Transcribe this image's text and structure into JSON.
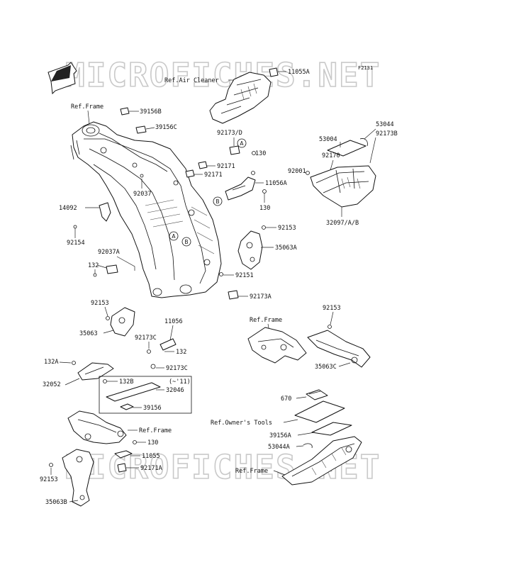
{
  "watermark": "MICROFICHES.NET",
  "figure_id": "F2131",
  "front_marker": "FRONT",
  "circle_markers": {
    "a": "A",
    "b": "B"
  },
  "labels": {
    "l11055A": "11055A",
    "refAirCleaner": "Ref.Air Cleaner",
    "refFrame1": "Ref.Frame",
    "l39156B": "39156B",
    "l39156C": "39156C",
    "l92173D": "92173/D",
    "l53044": "53044",
    "l53004": "53004",
    "l92173B": "92173B",
    "l130a": "130",
    "l92170": "92170",
    "l92171a": "92171",
    "l92171b": "92171",
    "l92001": "92001",
    "l11056A": "11056A",
    "l92037": "92037",
    "l14092": "14092",
    "l130b": "130",
    "l32097": "32097/A/B",
    "l92154": "92154",
    "l92153a": "92153",
    "l35063A": "35063A",
    "l92037A": "92037A",
    "l132": "132",
    "l92151": "92151",
    "l92173A": "92173A",
    "l92153b": "92153",
    "l92153c": "92153",
    "l11056": "11056",
    "refFrame2": "Ref.Frame",
    "l35063": "35063",
    "l92173C1": "92173C",
    "l132b": "132",
    "l92173C2": "92173C",
    "l35063C": "35063C",
    "l132A": "132A",
    "l32052": "32052",
    "l132B": "132B",
    "l11note": "(~'11)",
    "l32046": "32046",
    "l39156": "39156",
    "l670": "670",
    "refFrame3": "Ref.Frame",
    "refOwnersTools": "Ref.Owner's Tools",
    "l39156A": "39156A",
    "l130c": "130",
    "l53044A": "53044A",
    "l11055": "11055",
    "l92171A": "92171A",
    "refFrame4": "Ref.Frame",
    "l92153d": "92153",
    "l35063B": "35063B"
  }
}
